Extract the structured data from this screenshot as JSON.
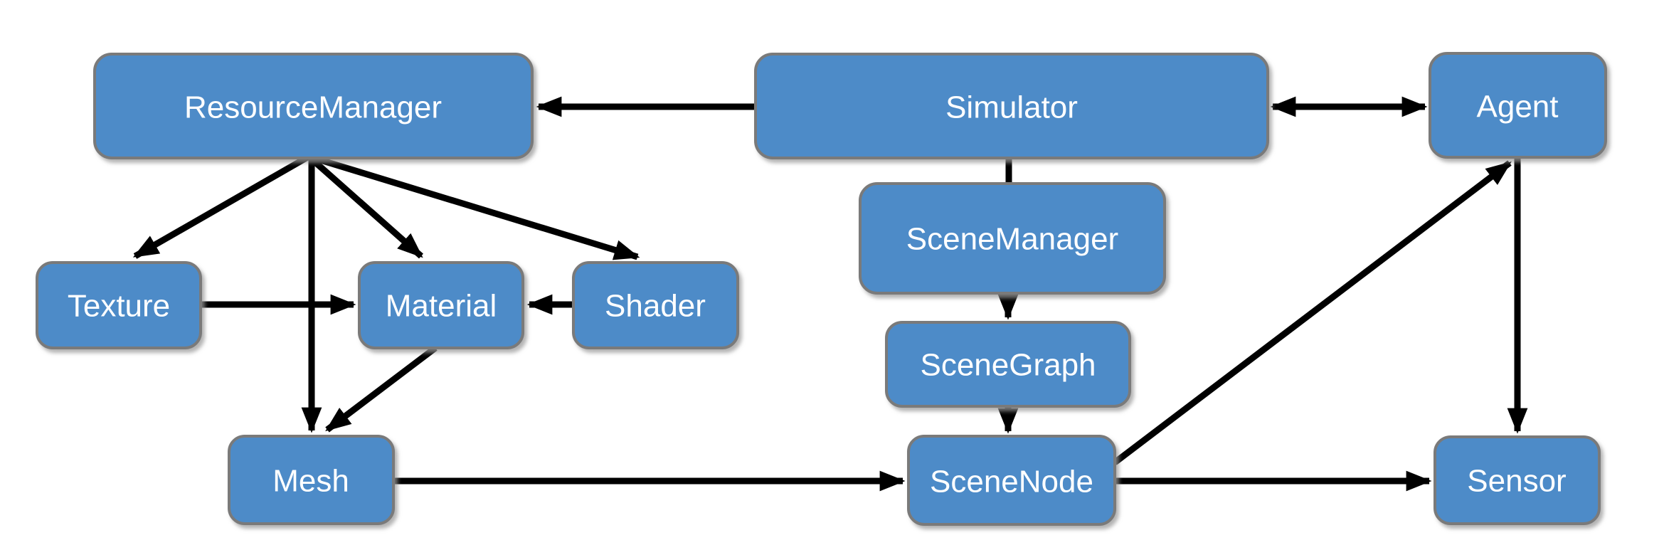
{
  "diagram": {
    "type": "architecture-diagram",
    "background": "#ffffff",
    "colors": {
      "node_fill": "#4e8bc8",
      "node_border": "#7a7a7a",
      "node_text": "#ffffff",
      "arrow": "#000000"
    },
    "nodes": {
      "resource_manager": {
        "label": "ResourceManager"
      },
      "simulator": {
        "label": "Simulator"
      },
      "agent": {
        "label": "Agent"
      },
      "scene_manager": {
        "label": "SceneManager"
      },
      "texture": {
        "label": "Texture"
      },
      "material": {
        "label": "Material"
      },
      "shader": {
        "label": "Shader"
      },
      "scene_graph": {
        "label": "SceneGraph"
      },
      "mesh": {
        "label": "Mesh"
      },
      "scene_node": {
        "label": "SceneNode"
      },
      "sensor": {
        "label": "Sensor"
      }
    },
    "edges": [
      {
        "from": "Simulator",
        "to": "ResourceManager",
        "style": "arrow"
      },
      {
        "from": "Simulator",
        "to": "Agent",
        "style": "double-arrow"
      },
      {
        "from": "Simulator",
        "to": "SceneManager",
        "style": "line"
      },
      {
        "from": "SceneManager",
        "to": "SceneGraph",
        "style": "arrow"
      },
      {
        "from": "SceneGraph",
        "to": "SceneNode",
        "style": "arrow"
      },
      {
        "from": "ResourceManager",
        "to": "Texture",
        "style": "arrow"
      },
      {
        "from": "ResourceManager",
        "to": "Material",
        "style": "arrow"
      },
      {
        "from": "ResourceManager",
        "to": "Shader",
        "style": "arrow"
      },
      {
        "from": "ResourceManager",
        "to": "Mesh",
        "style": "arrow"
      },
      {
        "from": "Texture",
        "to": "Material",
        "style": "arrow"
      },
      {
        "from": "Shader",
        "to": "Material",
        "style": "arrow"
      },
      {
        "from": "Material",
        "to": "Mesh",
        "style": "arrow"
      },
      {
        "from": "Mesh",
        "to": "SceneNode",
        "style": "arrow"
      },
      {
        "from": "SceneNode",
        "to": "Sensor",
        "style": "arrow"
      },
      {
        "from": "SceneNode",
        "to": "Agent",
        "style": "arrow"
      },
      {
        "from": "Agent",
        "to": "Sensor",
        "style": "arrow"
      }
    ]
  }
}
